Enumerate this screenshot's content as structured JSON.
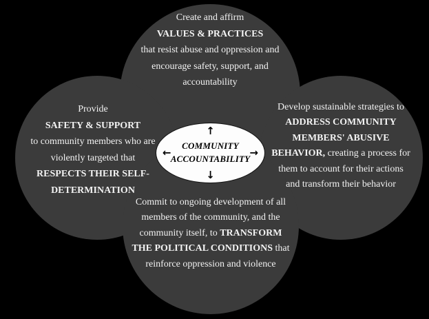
{
  "colors": {
    "background": "#000000",
    "circle": "#3b3b3b",
    "text": "#f2f2f2",
    "center_fill": "#fdfdfd",
    "center_text": "#000000"
  },
  "center": {
    "line1": "COMMUNITY",
    "line2": "ACCOUNTABILITY",
    "arrows": {
      "up": "↑",
      "down": "↓",
      "left": "←",
      "right": "→"
    }
  },
  "circles": {
    "top": {
      "pre": "Create and affirm",
      "bold": "VALUES & PRACTICES",
      "post": "that resist abuse and oppression and encourage safety, support, and accountability"
    },
    "left": {
      "pre": "Provide",
      "bold1": "SAFETY & SUPPORT",
      "mid": "to community members who are violently targeted that",
      "bold2": "RESPECTS THEIR SELF-DETERMINATION"
    },
    "right": {
      "pre": "Develop sustainable strategies to ",
      "bold": "ADDRESS COMMUNITY MEMBERS' ABUSIVE BEHAVIOR,",
      "post": " creating a process for them to account for their actions and transform their behavior"
    },
    "bottom": {
      "pre": "Commit to ongoing development of all members of the community, and the community itself, to ",
      "bold": "TRANSFORM THE POLITICAL CONDITIONS",
      "post": " that reinforce oppression and violence"
    }
  }
}
